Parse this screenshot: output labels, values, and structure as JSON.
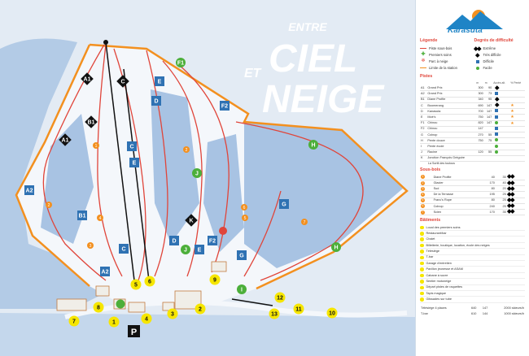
{
  "title": {
    "line1": "ENTRE",
    "line2": "CIEL",
    "line3": "ET",
    "line4": "NEIGE"
  },
  "logo": {
    "text": "Karasuta"
  },
  "colors": {
    "orange": "#f3901f",
    "red": "#e0453a",
    "blue": "#2f72b3",
    "green": "#4caf3a",
    "black": "#111111",
    "yellow": "#f6e600",
    "snow": "#e3ebf4",
    "forest": "#9fbde0"
  },
  "legend": {
    "title": "Légende",
    "items": [
      {
        "label": "Piste sous-bois",
        "kind": "line",
        "color": "#e0453a"
      },
      {
        "label": "Premiers soins",
        "kind": "cross",
        "color": "#4caf3a"
      },
      {
        "label": "Parc à neige",
        "kind": "snow",
        "color": "#e0453a"
      },
      {
        "label": "Limite de la station",
        "kind": "line",
        "color": "#f3901f"
      }
    ],
    "difficulty_title": "Degrés de difficulté",
    "difficulty": [
      {
        "label": "Extrême",
        "kind": "dd"
      },
      {
        "label": "Très difficile",
        "kind": "d"
      },
      {
        "label": "Difficile",
        "kind": "sq"
      },
      {
        "label": "Facile",
        "kind": "dot"
      }
    ]
  },
  "pistes": {
    "title": "Pistes",
    "headers": [
      "",
      "",
      "m",
      "m",
      "Accès alt.",
      "% Penté"
    ],
    "rows": [
      {
        "code": "A1",
        "name": "Grand Prix",
        "a": "300",
        "b": "90",
        "level": "d",
        "star": false
      },
      {
        "code": "A2",
        "name": "Grand Prix",
        "a": "300",
        "b": "73",
        "level": "sq",
        "star": false
      },
      {
        "code": "B1",
        "name": "Diane Profite",
        "a": "340",
        "b": "95",
        "level": "d",
        "star": false
      },
      {
        "code": "C",
        "name": "Boomerang",
        "a": "690",
        "b": "147",
        "level": "d",
        "star": true
      },
      {
        "code": "D",
        "name": "Kanasuta",
        "a": "700",
        "b": "147",
        "level": "sq",
        "star": true
      },
      {
        "code": "E",
        "name": "Moé's",
        "a": "750",
        "b": "147",
        "level": "sq",
        "star": true
      },
      {
        "code": "F1",
        "name": "Chinou",
        "a": "820",
        "b": "147",
        "level": "dot",
        "star": true
      },
      {
        "code": "F2",
        "name": "Chinou",
        "a": "147",
        "b": "",
        "level": "sq",
        "star": false
      },
      {
        "code": "G",
        "name": "Colnop",
        "a": "270",
        "b": "55",
        "level": "sq",
        "star": false
      },
      {
        "code": "H",
        "name": "Pente douce",
        "a": "750",
        "b": "75",
        "level": "dot",
        "star": false
      },
      {
        "code": "I",
        "name": "Pente école",
        "a": "",
        "b": "",
        "level": "dot",
        "star": false
      },
      {
        "code": "J",
        "name": "Racine",
        "a": "120",
        "b": "55",
        "level": "dot",
        "star": false
      },
      {
        "code": "K",
        "name": "Jonction François Grégoire",
        "a": "",
        "b": "",
        "level": "",
        "star": false
      }
    ],
    "note": "La Sortit des toutous"
  },
  "sousbois": {
    "title": "Sous-bois",
    "rows": [
      {
        "code": "1",
        "name": "Diane Profite",
        "a": "40",
        "b": "35",
        "level": "dd"
      },
      {
        "code": "2",
        "name": "Glacier",
        "a": "170",
        "b": "40",
        "level": "dd"
      },
      {
        "code": "3",
        "name": "Sud",
        "a": "80",
        "b": "20",
        "level": "dd"
      },
      {
        "code": "4",
        "name": "De la Terrasse",
        "a": "195",
        "b": "25",
        "level": "dd"
      },
      {
        "code": "5",
        "name": "Franc's Rope",
        "a": "80",
        "b": "25",
        "level": "dd"
      },
      {
        "code": "6",
        "name": "Colnop",
        "a": "240",
        "b": "25",
        "level": "dd"
      },
      {
        "code": "7",
        "name": "Scien",
        "a": "170",
        "b": "35",
        "level": "dd"
      }
    ]
  },
  "batiments": {
    "title": "Bâtiments",
    "items": [
      {
        "num": "1",
        "label": "Local des premiers soins"
      },
      {
        "num": "2",
        "label": "Restaurant/bar"
      },
      {
        "num": "3",
        "label": "Chalet"
      },
      {
        "num": "4",
        "label": "Billetterie, boutique, location, école des neiges"
      },
      {
        "num": "5",
        "label": "Télésiège"
      },
      {
        "num": "6",
        "label": "T-bar"
      },
      {
        "num": "7",
        "label": "Garage d'entretien"
      },
      {
        "num": "8",
        "label": "Pavillon jeunesse et ASAM"
      },
      {
        "num": "9",
        "label": "Cabane à sucre"
      },
      {
        "num": "10",
        "label": "Sentier motoneige"
      },
      {
        "num": "11",
        "label": "Départ pistes de raquettes"
      },
      {
        "num": "12",
        "label": "Tapis magique"
      },
      {
        "num": "13",
        "label": "Glissades sur tube"
      }
    ]
  },
  "lifts": [
    {
      "name": "Télésiège 4 places",
      "a": "640",
      "b": "147",
      "c": "2000 skieurs/h"
    },
    {
      "name": "T-bar",
      "a": "610",
      "b": "144",
      "c": "1000 skieurs/h"
    }
  ],
  "map": {
    "trail_labels": [
      {
        "label": "A1",
        "kind": "d"
      },
      {
        "label": "C",
        "kind": "d"
      },
      {
        "label": "E",
        "kind": "sq"
      },
      {
        "label": "F1",
        "kind": "dot"
      },
      {
        "label": "D",
        "kind": "sq"
      },
      {
        "label": "F2",
        "kind": "sq"
      },
      {
        "label": "B1",
        "kind": "d"
      },
      {
        "label": "A1",
        "kind": "d"
      },
      {
        "label": "C",
        "kind": "sq"
      },
      {
        "label": "E",
        "kind": "sq"
      },
      {
        "label": "H",
        "kind": "dot"
      },
      {
        "label": "J",
        "kind": "dot"
      },
      {
        "label": "A2",
        "kind": "sq"
      },
      {
        "label": "K",
        "kind": "d"
      },
      {
        "label": "G",
        "kind": "sq"
      },
      {
        "label": "B1",
        "kind": "sq"
      },
      {
        "label": "D",
        "kind": "sq"
      },
      {
        "label": "F2",
        "kind": "sq"
      },
      {
        "label": "C",
        "kind": "sq"
      },
      {
        "label": "J",
        "kind": "dot"
      },
      {
        "label": "E",
        "kind": "sq"
      },
      {
        "label": "G",
        "kind": "sq"
      },
      {
        "label": "H",
        "kind": "dot"
      },
      {
        "label": "A2",
        "kind": "sq"
      },
      {
        "label": "I",
        "kind": "dot"
      }
    ],
    "glade_labels": [
      "1",
      "4",
      "3",
      "2",
      "2",
      "6",
      "5",
      "7"
    ],
    "building_numbers": [
      "1",
      "2",
      "3",
      "4",
      "5",
      "6",
      "7",
      "8",
      "9",
      "10",
      "11",
      "12",
      "13"
    ],
    "parking": "P"
  }
}
